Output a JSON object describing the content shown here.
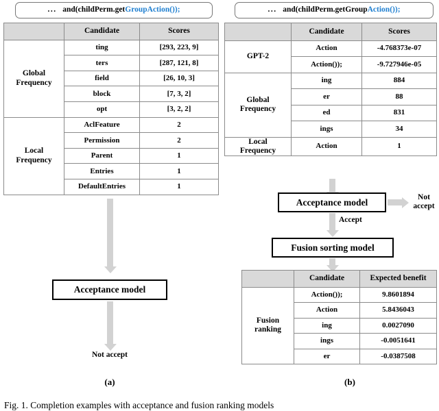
{
  "figure": {
    "caption": "Fig. 1.   Completion examples with acceptance and fusion ranking models",
    "panel_a_tag": "(a)",
    "panel_b_tag": "(b)"
  },
  "colors": {
    "code_highlight": "#1f7fd0",
    "arrow": "#d2d2d2",
    "table_header_bg": "#d9d9d9",
    "table_border": "#8a8a8a",
    "box_border": "#000000"
  },
  "panel_a": {
    "code": {
      "dots": "...",
      "prefix": "and(childPerm.get",
      "highlight": "GroupAction());"
    },
    "table": {
      "headers": [
        "",
        "Candidate",
        "Scores"
      ],
      "groups": [
        {
          "label": "Global\nFrequency",
          "rows": [
            {
              "candidate": "ting",
              "score": "[293, 223, 9]"
            },
            {
              "candidate": "ters",
              "score": "[287, 121, 8]"
            },
            {
              "candidate": "field",
              "score": "[26, 10, 3]"
            },
            {
              "candidate": "block",
              "score": "[7, 3, 2]"
            },
            {
              "candidate": "opt",
              "score": "[3, 2, 2]"
            }
          ]
        },
        {
          "label": "Local\nFrequency",
          "rows": [
            {
              "candidate": "AclFeature",
              "score": "2"
            },
            {
              "candidate": "Permission",
              "score": "2"
            },
            {
              "candidate": "Parent",
              "score": "1"
            },
            {
              "candidate": "Entries",
              "score": "1"
            },
            {
              "candidate": "DefaultEntries",
              "score": "1"
            }
          ]
        }
      ]
    },
    "flow": {
      "acceptance_model": "Acceptance model",
      "outcome": "Not accept"
    }
  },
  "panel_b": {
    "code": {
      "dots": "...",
      "prefix": "and(childPerm.getGroup",
      "highlight": "Action());"
    },
    "table": {
      "headers": [
        "",
        "Candidate",
        "Scores"
      ],
      "groups": [
        {
          "label": "GPT-2",
          "rows": [
            {
              "candidate": "Action",
              "score": "-4.768373e-07"
            },
            {
              "candidate": "Action());",
              "score": "-9.727946e-05"
            }
          ]
        },
        {
          "label": "Global\nFrequency",
          "rows": [
            {
              "candidate": "ing",
              "score": "884"
            },
            {
              "candidate": "er",
              "score": "88"
            },
            {
              "candidate": "ed",
              "score": "831"
            },
            {
              "candidate": "ings",
              "score": "34"
            }
          ]
        },
        {
          "label": "Local\nFrequency",
          "rows": [
            {
              "candidate": "Action",
              "score": "1"
            }
          ]
        }
      ]
    },
    "flow": {
      "acceptance_model": "Acceptance model",
      "not_accept": "Not\naccept",
      "accept_label": "Accept",
      "fusion_sorting_model": "Fusion sorting model"
    },
    "fusion_table": {
      "headers": [
        "",
        "Candidate",
        "Expected benefit"
      ],
      "group_label": "Fusion\nranking",
      "rows": [
        {
          "candidate": "Action());",
          "benefit": "9.8601894"
        },
        {
          "candidate": "Action",
          "benefit": "5.8436043"
        },
        {
          "candidate": "ing",
          "benefit": "0.0027090"
        },
        {
          "candidate": "ings",
          "benefit": "-0.0051641"
        },
        {
          "candidate": "er",
          "benefit": "-0.0387508"
        }
      ]
    }
  }
}
